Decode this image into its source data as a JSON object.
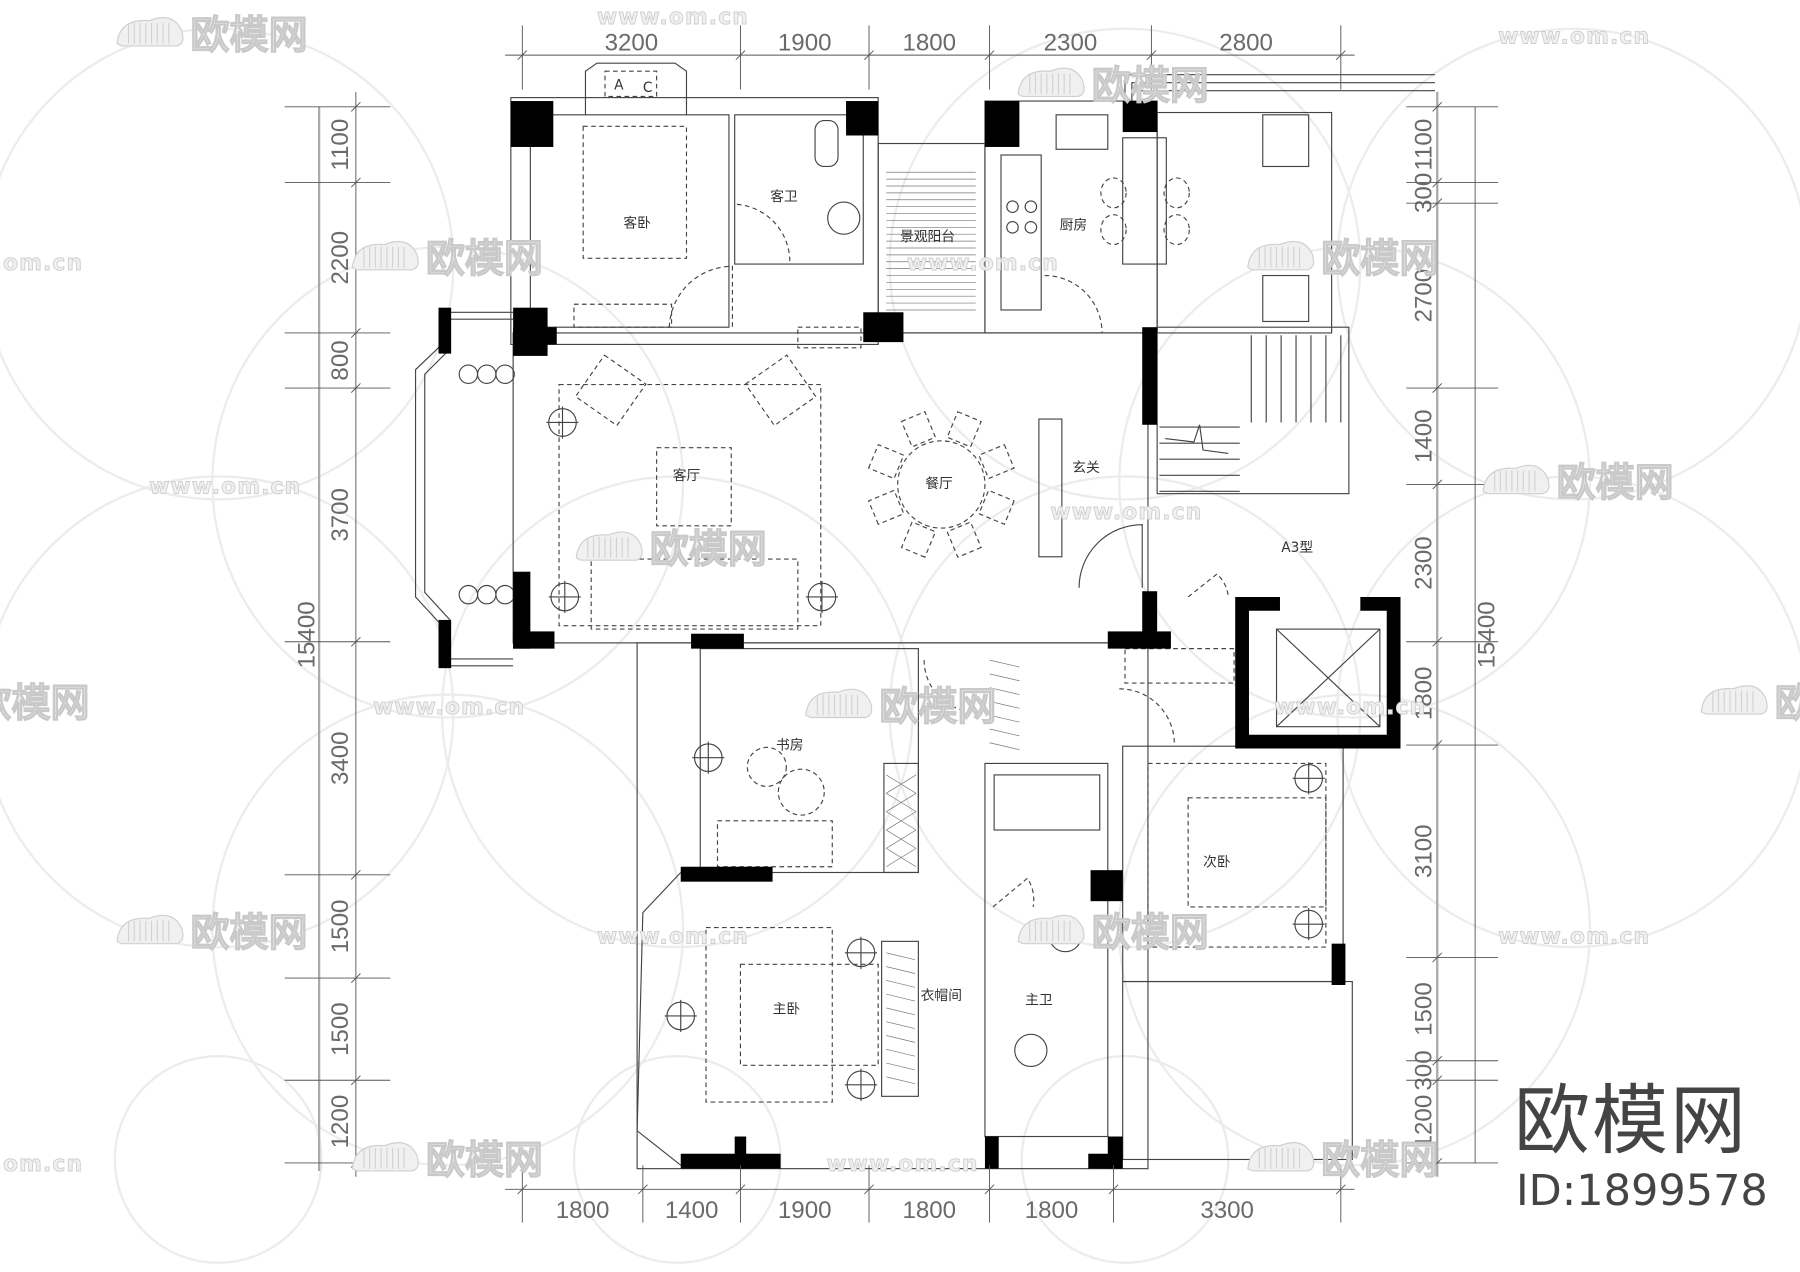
{
  "dimensions": {
    "top": [
      "3200",
      "1900",
      "1800",
      "2300",
      "2800"
    ],
    "bottom": [
      "1800",
      "1400",
      "1900",
      "1800",
      "1800",
      "3300"
    ],
    "left": [
      "1100",
      "2200",
      "800",
      "3700",
      "3400",
      "1500",
      "1500",
      "1200"
    ],
    "left_total": "15400",
    "right": [
      "1100",
      "300",
      "2700",
      "1400",
      "2300",
      "1800",
      "3100",
      "1500",
      "300",
      "1200"
    ],
    "right_total": "15400"
  },
  "rooms": {
    "guest_bedroom": "客卧",
    "guest_bath": "客卫",
    "balcony": "景观阳台",
    "kitchen": "厨房",
    "living_room": "客厅",
    "dining_room": "餐厅",
    "foyer": "玄关",
    "study": "书房",
    "second_bedroom": "次卧",
    "master_bedroom": "主卧",
    "walk_in_closet": "衣帽间",
    "master_bath": "主卫"
  },
  "unit_type": "A3型",
  "ac_box": {
    "a": "A",
    "c": "C"
  },
  "watermark": {
    "brand": "欧模网",
    "url": "www.om.cn",
    "id": "ID:1899578"
  }
}
